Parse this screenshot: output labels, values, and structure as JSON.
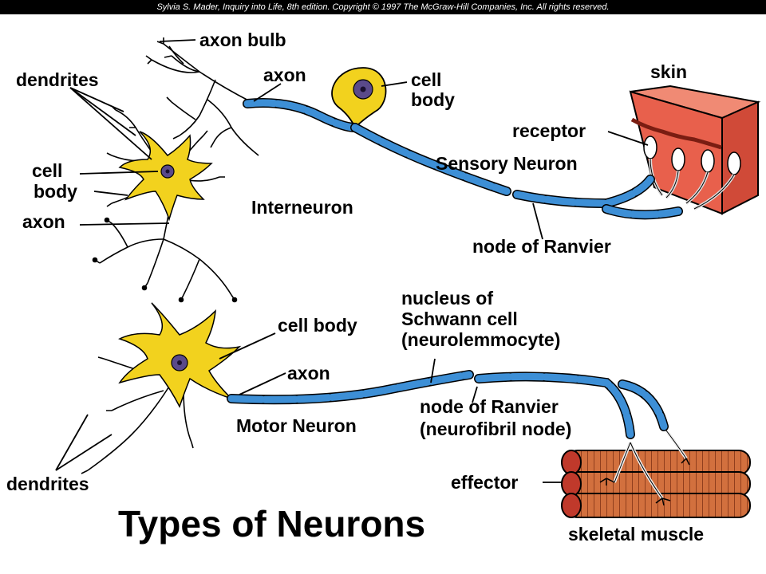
{
  "credit": "Sylvia S. Mader, Inquiry into Life, 8th edition. Copyright © 1997 The McGraw-Hill Companies, Inc. All rights reserved.",
  "title": "Types of Neurons",
  "labels": {
    "axon_bulb": "axon bulb",
    "dendrites_top": "dendrites",
    "axon_top": "axon",
    "cell_body_sensory_1": "cell",
    "cell_body_sensory_2": "body",
    "skin": "skin",
    "receptor": "receptor",
    "cell_body_inter_1": "cell",
    "cell_body_inter_2": "body",
    "sensory_neuron": "Sensory Neuron",
    "axon_inter": "axon",
    "interneuron": "Interneuron",
    "node_ranvier_top": "node of Ranvier",
    "nucleus_1": "nucleus of",
    "nucleus_2": "Schwann cell",
    "nucleus_3": "(neurolemmocyte)",
    "cell_body_motor": "cell body",
    "axon_motor": "axon",
    "motor_neuron": "Motor Neuron",
    "node_ranvier_bottom_1": "node of Ranvier",
    "node_ranvier_bottom_2": "(neurofibril node)",
    "effector": "effector",
    "dendrites_bottom": "dendrites",
    "skeletal_muscle": "skeletal muscle"
  },
  "colors": {
    "myelin": "#3d8fd6",
    "cell_body": "#f2d21e",
    "nucleus": "#5a4a8a",
    "skin": "#e8604c",
    "muscle": "#d2703e"
  }
}
